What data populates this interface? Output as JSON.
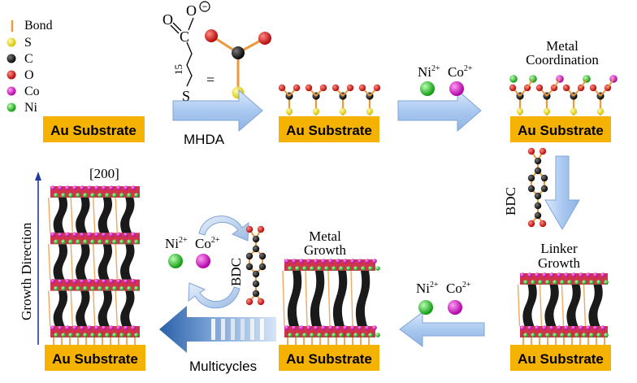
{
  "legend": {
    "items": [
      {
        "label": "Bond",
        "color": "#e89a3c",
        "kind": "line"
      },
      {
        "label": "S",
        "color": "#f2e20a"
      },
      {
        "label": "C",
        "color": "#111111"
      },
      {
        "label": "O",
        "color": "#d4151a"
      },
      {
        "label": "Co",
        "color": "#e21ad6"
      },
      {
        "label": "Ni",
        "color": "#22c322"
      }
    ]
  },
  "colors": {
    "substrate": "#f5b200",
    "arrow": "#a9c8ee",
    "arrow_dark": "#4c7fc0",
    "bond": "#e89a3c",
    "growth_axis": "#1f3c9e"
  },
  "molecule": {
    "carboxylate_c": "C",
    "carboxylate_o1": "O",
    "carboxylate_o2": "O",
    "charge": "−",
    "chain_index": "15",
    "sulfur": "S",
    "equals": "="
  },
  "substrate_label": "Au Substrate",
  "steps": {
    "mhda": "MHDA",
    "metal_coordination": [
      "Metal",
      "Coordination"
    ],
    "bdc": "BDC",
    "linker_growth": [
      "Linker",
      "Growth"
    ],
    "metal_growth": [
      "Metal",
      "Growth"
    ],
    "multicycles": "Multicycles",
    "growth_direction": "Growth Direction",
    "plane": "[200]"
  },
  "ions": {
    "ni": "Ni",
    "ni_charge": "2+",
    "co": "Co",
    "co_charge": "2+"
  }
}
